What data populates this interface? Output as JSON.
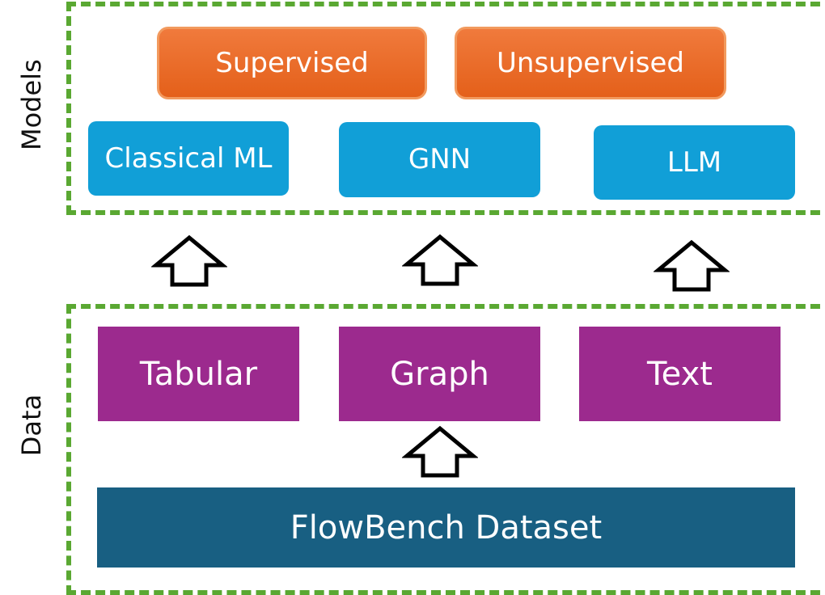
{
  "colors": {
    "frame_border": "#5aa832",
    "method_box": "#e4601a",
    "model_box": "#119fd7",
    "data_box": "#9c2a8e",
    "dataset_box": "#185f82"
  },
  "models_section": {
    "label": "Models",
    "methods": [
      "Supervised",
      "Unsupervised"
    ],
    "model_types": [
      "Classical ML",
      "GNN",
      "LLM"
    ]
  },
  "data_section": {
    "label": "Data",
    "modalities": [
      "Tabular",
      "Graph",
      "Text"
    ],
    "dataset": "FlowBench Dataset"
  },
  "arrows": [
    {
      "from": "Tabular",
      "to": "Classical ML",
      "icon": "up-arrow-icon"
    },
    {
      "from": "Graph",
      "to": "GNN",
      "icon": "up-arrow-icon"
    },
    {
      "from": "Text",
      "to": "LLM",
      "icon": "up-arrow-icon"
    },
    {
      "from": "FlowBench Dataset",
      "to": "Graph",
      "icon": "up-arrow-icon"
    }
  ]
}
